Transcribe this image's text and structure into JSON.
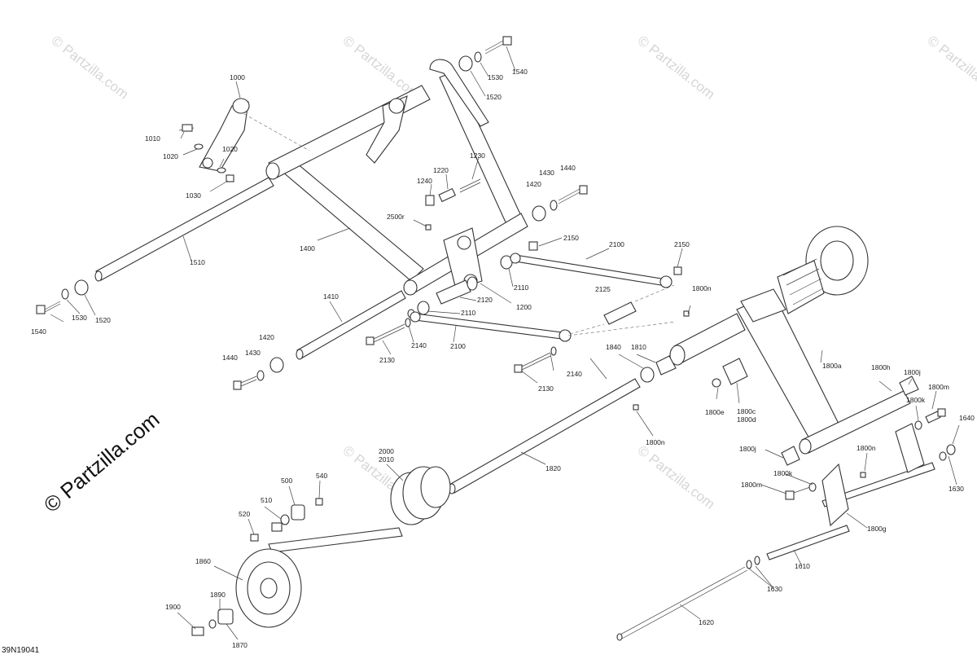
{
  "diagram_code": "39N19041",
  "brand_mark": "© Partzilla.com",
  "watermark_text": "© Partzilla.com",
  "labels": [
    {
      "id": "l1000",
      "text": "1000"
    },
    {
      "id": "l1010",
      "text": "1010"
    },
    {
      "id": "l1020a",
      "text": "1020"
    },
    {
      "id": "l1020b",
      "text": "1020"
    },
    {
      "id": "l1030",
      "text": "1030"
    },
    {
      "id": "l1510",
      "text": "1510"
    },
    {
      "id": "l1400",
      "text": "1400"
    },
    {
      "id": "l1540a",
      "text": "1540"
    },
    {
      "id": "l1530a",
      "text": "1530"
    },
    {
      "id": "l1520a",
      "text": "1520"
    },
    {
      "id": "l1540b",
      "text": "1540"
    },
    {
      "id": "l1530b",
      "text": "1530"
    },
    {
      "id": "l1520b",
      "text": "1520"
    },
    {
      "id": "l1230",
      "text": "1230"
    },
    {
      "id": "l1220",
      "text": "1220"
    },
    {
      "id": "l1240",
      "text": "1240"
    },
    {
      "id": "l1420a",
      "text": "1420"
    },
    {
      "id": "l1430a",
      "text": "1430"
    },
    {
      "id": "l1440a",
      "text": "1440"
    },
    {
      "id": "l2500r",
      "text": "2500r"
    },
    {
      "id": "l2150a",
      "text": "2150"
    },
    {
      "id": "l2100a",
      "text": "2100"
    },
    {
      "id": "l2150b",
      "text": "2150"
    },
    {
      "id": "l2110a",
      "text": "2110"
    },
    {
      "id": "l1200",
      "text": "1200"
    },
    {
      "id": "l2120",
      "text": "2120"
    },
    {
      "id": "l2110b",
      "text": "2110"
    },
    {
      "id": "l1410",
      "text": "1410"
    },
    {
      "id": "l2125",
      "text": "2125"
    },
    {
      "id": "l1800n1",
      "text": "1800n"
    },
    {
      "id": "l2130a",
      "text": "2130"
    },
    {
      "id": "l2140a",
      "text": "2140"
    },
    {
      "id": "l2100b",
      "text": "2100"
    },
    {
      "id": "l1420b",
      "text": "1420"
    },
    {
      "id": "l1430b",
      "text": "1430"
    },
    {
      "id": "l1440b",
      "text": "1440"
    },
    {
      "id": "l1840",
      "text": "1840"
    },
    {
      "id": "l1810",
      "text": "1810"
    },
    {
      "id": "l2140b",
      "text": "2140"
    },
    {
      "id": "l2130b",
      "text": "2130"
    },
    {
      "id": "l1800a",
      "text": "1800a"
    },
    {
      "id": "l1800j1",
      "text": "1800j"
    },
    {
      "id": "l1800h",
      "text": "1800h"
    },
    {
      "id": "l1800m1",
      "text": "1800m"
    },
    {
      "id": "l1800k1",
      "text": "1800k"
    },
    {
      "id": "l1640",
      "text": "1640"
    },
    {
      "id": "l1800e",
      "text": "1800e"
    },
    {
      "id": "l1800c",
      "text": "1800c"
    },
    {
      "id": "l1800d",
      "text": "1800d"
    },
    {
      "id": "l1800n2",
      "text": "1800n"
    },
    {
      "id": "l1820",
      "text": "1820"
    },
    {
      "id": "l2000",
      "text": "2000"
    },
    {
      "id": "l2010",
      "text": "2010"
    },
    {
      "id": "l500",
      "text": "500"
    },
    {
      "id": "l540",
      "text": "540"
    },
    {
      "id": "l510",
      "text": "510"
    },
    {
      "id": "l520",
      "text": "520"
    },
    {
      "id": "l1800j2",
      "text": "1800j"
    },
    {
      "id": "l1800k2",
      "text": "1800k"
    },
    {
      "id": "l1800n3",
      "text": "1800n"
    },
    {
      "id": "l1800m2",
      "text": "1800m"
    },
    {
      "id": "l1630a",
      "text": "1630"
    },
    {
      "id": "l1800g",
      "text": "1800g"
    },
    {
      "id": "l1860",
      "text": "1860"
    },
    {
      "id": "l1610",
      "text": "1610"
    },
    {
      "id": "l1630b",
      "text": "1630"
    },
    {
      "id": "l1890",
      "text": "1890"
    },
    {
      "id": "l1900",
      "text": "1900"
    },
    {
      "id": "l1870",
      "text": "1870"
    },
    {
      "id": "l1620",
      "text": "1620"
    }
  ]
}
